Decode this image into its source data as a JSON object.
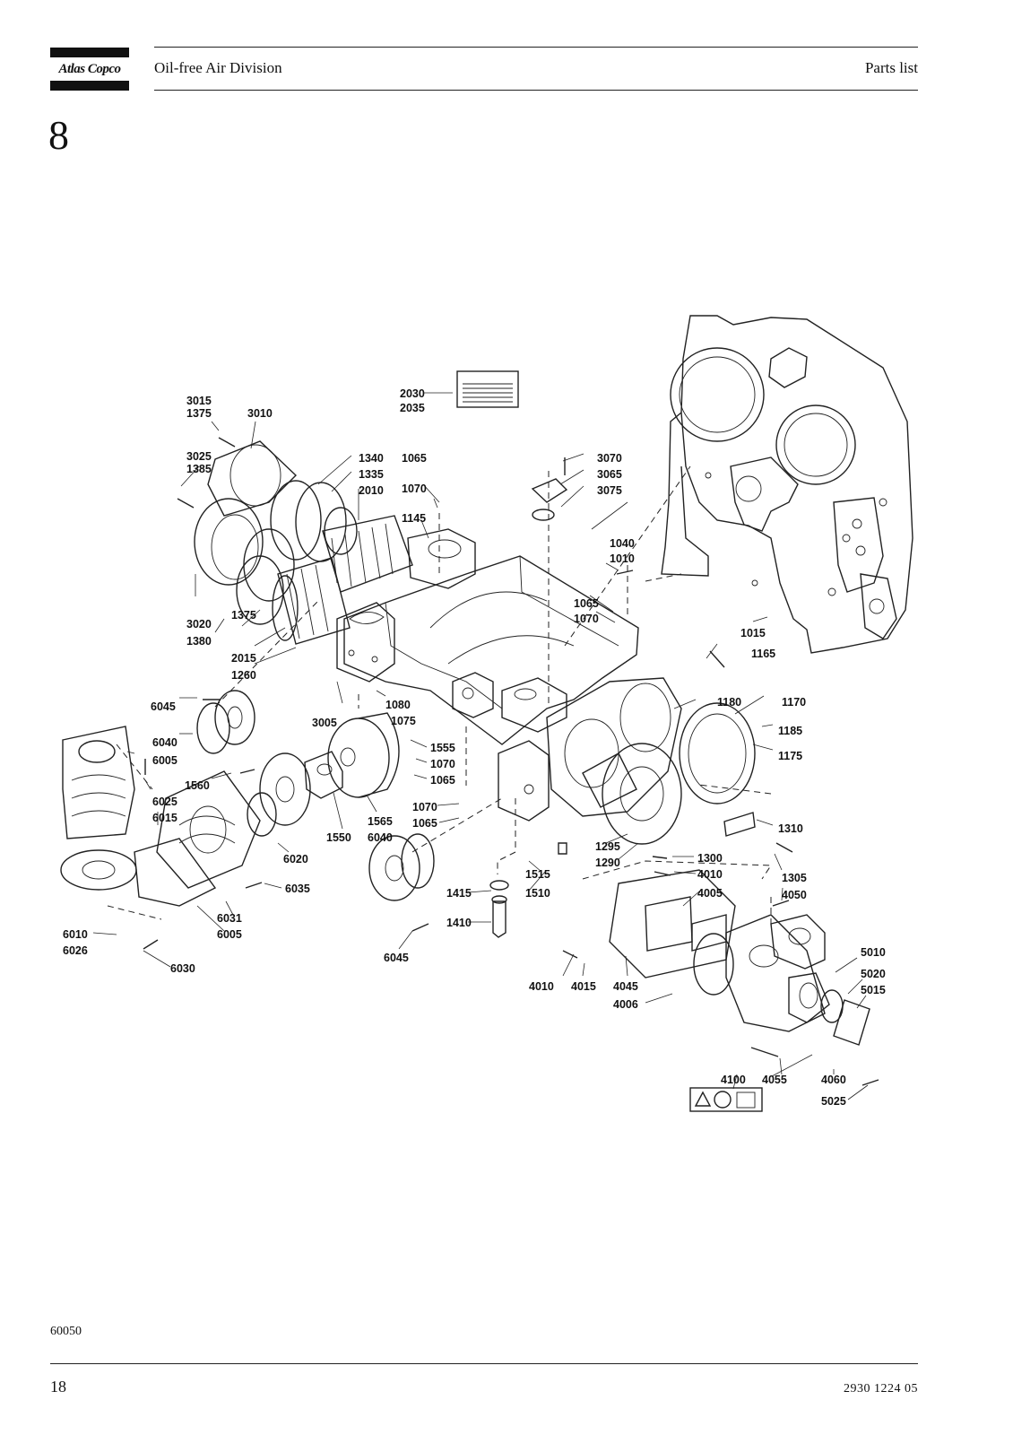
{
  "header": {
    "brand": "Atlas Copco",
    "division": "Oil-free Air Division",
    "doc_type": "Parts list"
  },
  "section_number": "8",
  "footer": {
    "figure_code": "60050",
    "page_number": "18",
    "document_number": "2930 1224 05"
  },
  "part_labels": [
    "3015",
    "1375",
    "3010",
    "3025",
    "1385",
    "1340",
    "1335",
    "2010",
    "1065",
    "1070",
    "1145",
    "2030",
    "2035",
    "3070",
    "3065",
    "3075",
    "1040",
    "1010",
    "1065",
    "1070",
    "1015",
    "1165",
    "3020",
    "1380",
    "1375",
    "2015",
    "1260",
    "6045",
    "1080",
    "3005",
    "1075",
    "1180",
    "1170",
    "1185",
    "1175",
    "6040",
    "6005",
    "1555",
    "1070",
    "1065",
    "1560",
    "6025",
    "6015",
    "1070",
    "1065",
    "1565",
    "6040",
    "1550",
    "6020",
    "1295",
    "1290",
    "1310",
    "1300",
    "4010",
    "1305",
    "4050",
    "4005",
    "1515",
    "1415",
    "1510",
    "1410",
    "6035",
    "6031",
    "6005",
    "6010",
    "6026",
    "6030",
    "6045",
    "4010",
    "4015",
    "4045",
    "4006",
    "5010",
    "5020",
    "5015",
    "4060",
    "4055",
    "4100",
    "5025"
  ]
}
